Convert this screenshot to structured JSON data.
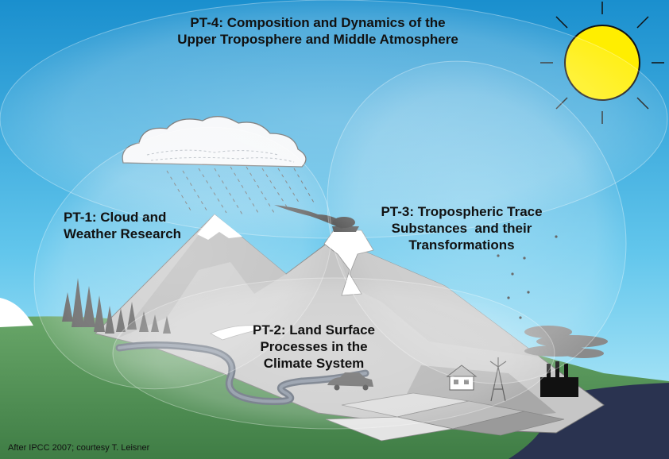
{
  "labels": {
    "pt4": {
      "line1": "PT-4: Composition and Dynamics of the",
      "line2": "Upper Troposphere and Middle Atmosphere"
    },
    "pt1": {
      "line1": "PT-1: Cloud and",
      "line2": "Weather Research"
    },
    "pt3": {
      "line1": "PT-3: Tropospheric Trace",
      "line2": "Substances  and their",
      "line3": "Transformations"
    },
    "pt2": {
      "line1": "PT-2: Land Surface",
      "line2": "Processes in the",
      "line3": "Climate System"
    }
  },
  "credit": "After IPCC 2007; courtesy T. Leisner",
  "colors": {
    "sky_top": "#1593d2",
    "sky_bottom": "#b9ecf8",
    "sun": "#ffee00",
    "land": "#4f8f52",
    "mountain": "#c9c9c9",
    "ocean": "#2a3350",
    "factory": "#111111"
  },
  "icons": [
    "sun-icon",
    "cloud-icon",
    "volcano-icon",
    "tree-icon",
    "house-icon",
    "car-icon",
    "windmill-icon",
    "factory-icon"
  ]
}
